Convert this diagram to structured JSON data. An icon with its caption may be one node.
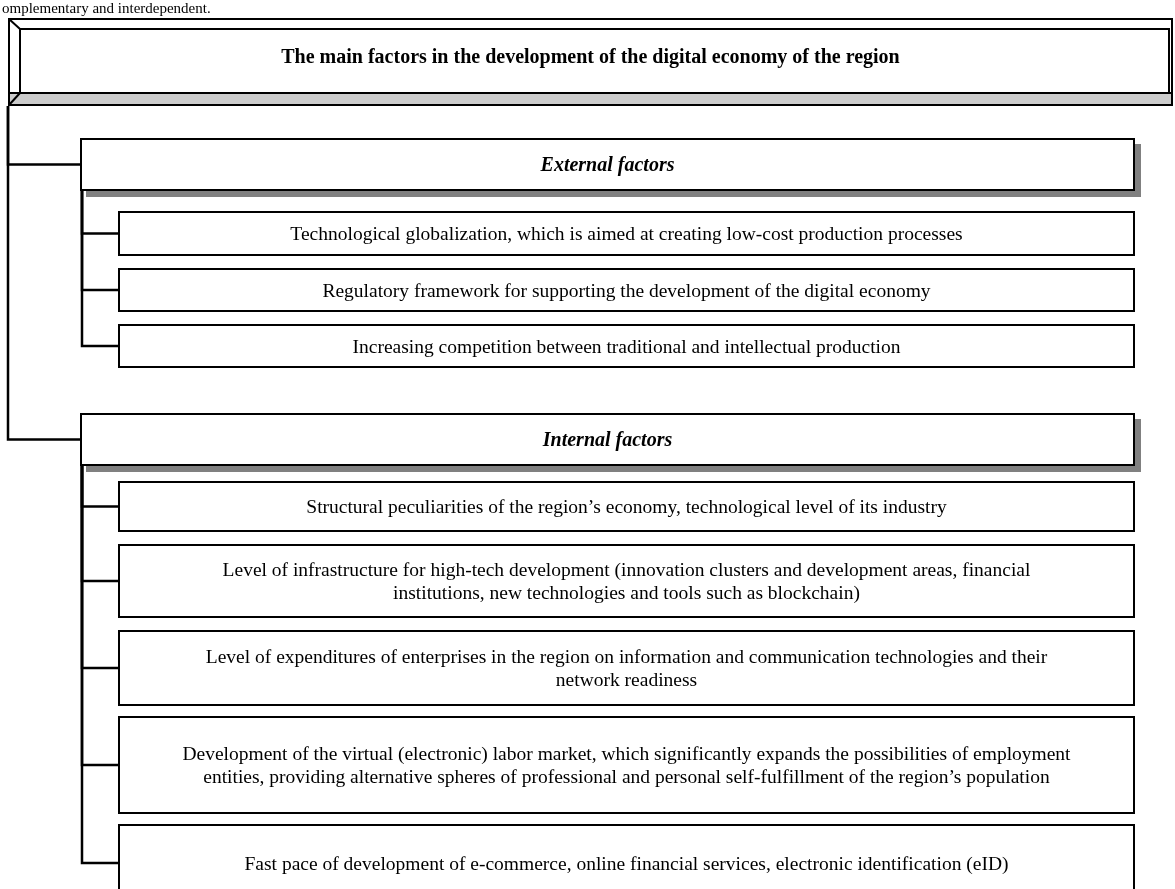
{
  "diagram": {
    "nodes": [
      {
        "text": [
          "The main factors in the development of the digital economy of the region"
        ]
      },
      {
        "text": [
          "External factors"
        ]
      },
      {
        "text": [
          "Technological globalization, which is aimed at creating low-cost production processes"
        ]
      },
      {
        "text": [
          "Regulatory framework for supporting the development of the digital economy"
        ]
      },
      {
        "text": [
          "Increasing competition between traditional and intellectual production"
        ]
      },
      {
        "text": [
          "Internal factors"
        ]
      },
      {
        "text": [
          "Structural peculiarities of the region’s economy, technological level of its industry"
        ]
      },
      {
        "text": [
          "Level of infrastructure for high-tech development (innovation clusters and development areas, financial institutions, new technologies and tools such as blockchain)"
        ]
      },
      {
        "text": [
          "Level of expenditures of enterprises in the region on information and communication technologies and their network readiness"
        ]
      },
      {
        "text": [
          "Development of the virtual (electronic) labor market, which significantly expands the possibilities of employment entities, providing alternative spheres of professional and personal self-fulfillment of the region’s population"
        ]
      },
      {
        "text": [
          "Fast pace of development of e-commerce, online financial services, electronic identification (eID)"
        ]
      }
    ],
    "edges": [
      {
        "from": 0,
        "to": 1,
        "arrow": "none"
      },
      {
        "from": 0,
        "to": 5,
        "arrow": "none"
      },
      {
        "from": 1,
        "to": 2,
        "arrow": "none"
      },
      {
        "from": 1,
        "to": 3,
        "arrow": "none"
      },
      {
        "from": 1,
        "to": 4,
        "arrow": "none"
      },
      {
        "from": 5,
        "to": 6,
        "arrow": "none"
      },
      {
        "from": 5,
        "to": 7,
        "arrow": "none"
      },
      {
        "from": 5,
        "to": 8,
        "arrow": "none"
      },
      {
        "from": 5,
        "to": 9,
        "arrow": "none"
      },
      {
        "from": 5,
        "to": 10,
        "arrow": "none"
      }
    ],
    "labels": [
      "omplementary and interdependent."
    ]
  }
}
